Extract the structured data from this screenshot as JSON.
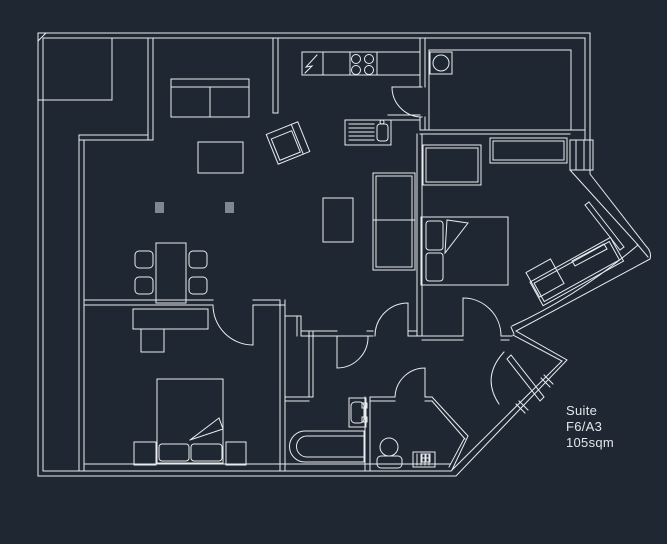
{
  "label": {
    "line1": "Suite",
    "line2": "F6/A3",
    "line3": "105sqm"
  },
  "colors": {
    "background": "#1f2732",
    "line": "#e8ecef",
    "column_fill": "#7e8796",
    "text": "#e4e8eb"
  }
}
